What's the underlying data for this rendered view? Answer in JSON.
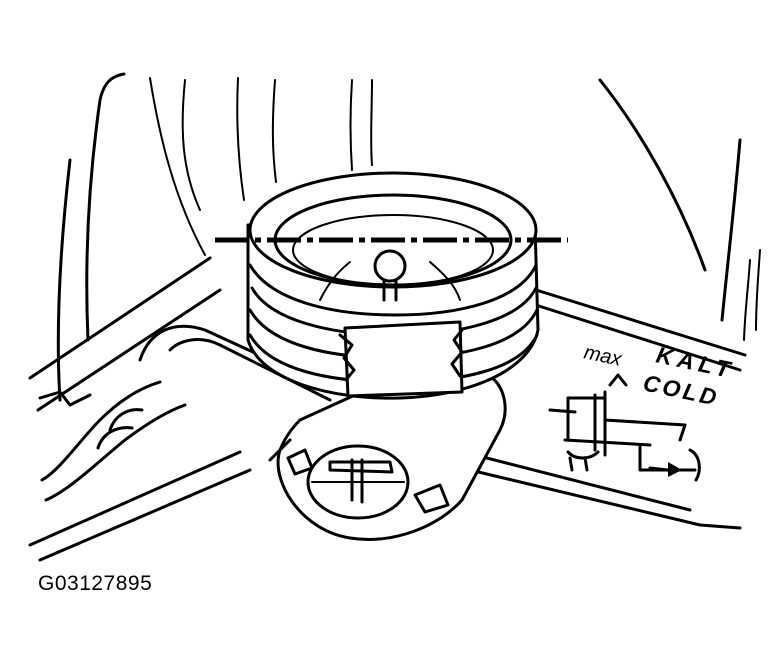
{
  "figure": {
    "id": "G03127895"
  },
  "dial_labels": {
    "max": "max",
    "kalt": "KALT",
    "cold": "COLD"
  },
  "icons": [
    "temperature-dial-symbol",
    "arrow-right-icon"
  ],
  "colors": {
    "ink": "#000000",
    "paper": "#ffffff"
  }
}
